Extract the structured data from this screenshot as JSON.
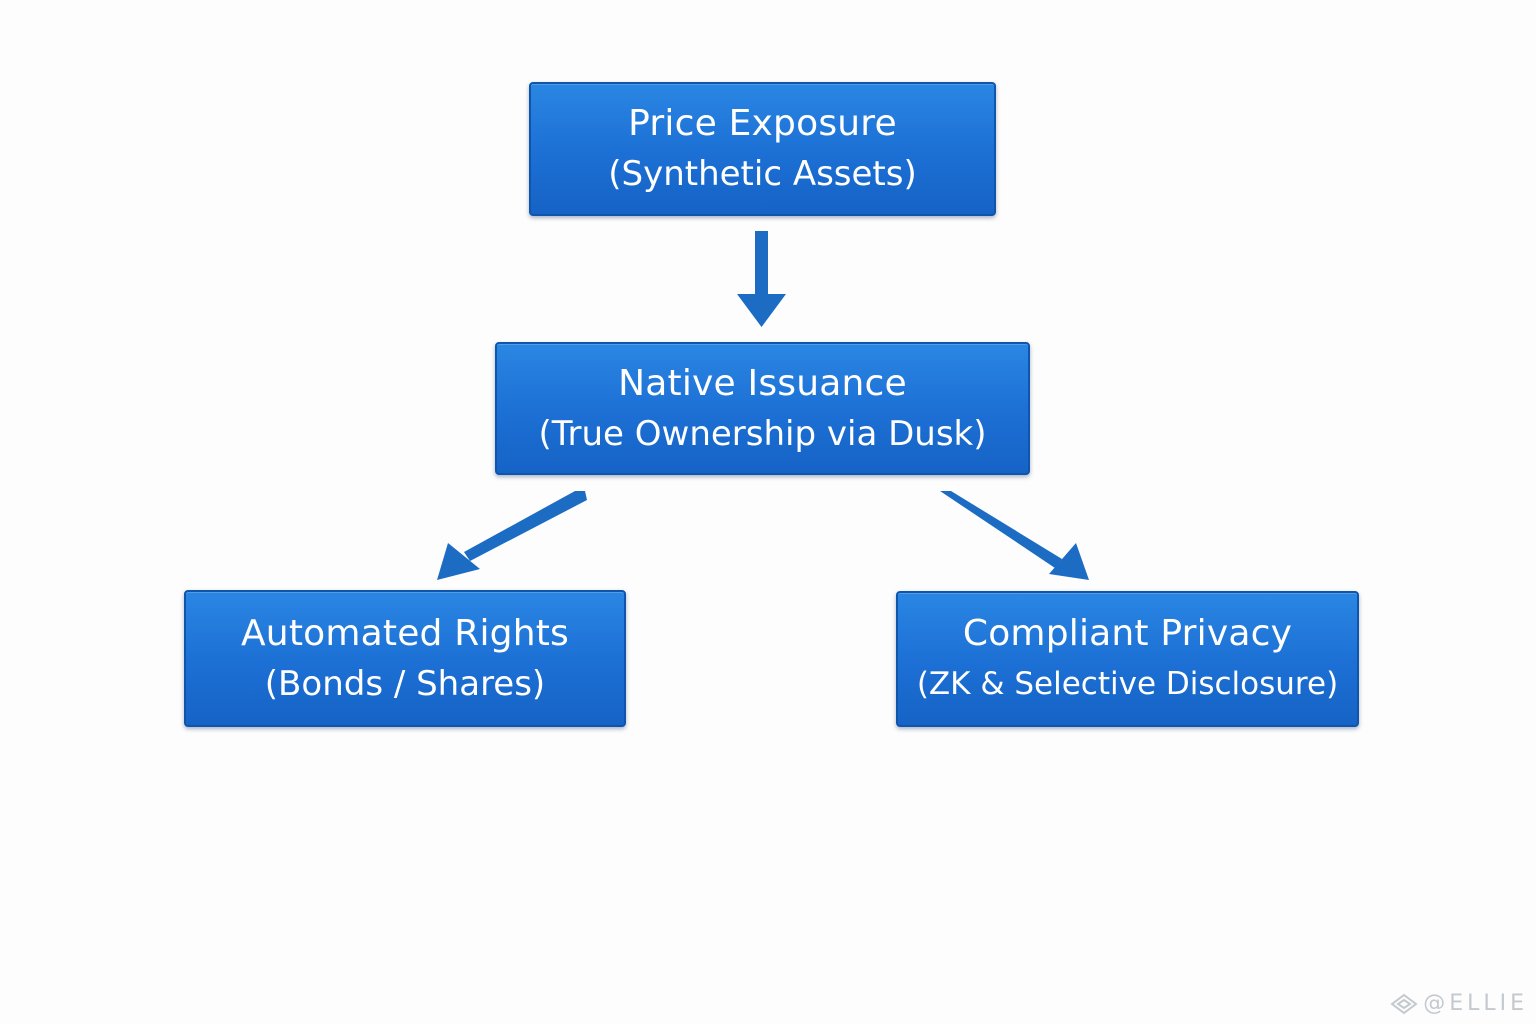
{
  "nodes": {
    "top": {
      "title": "Price Exposure",
      "subtitle": "(Synthetic Assets)"
    },
    "mid": {
      "title": "Native Issuance",
      "subtitle": "(True Ownership via Dusk)"
    },
    "left": {
      "title": "Automated Rights",
      "subtitle": "(Bonds / Shares)"
    },
    "right": {
      "title": "Compliant Privacy",
      "subtitle": "(ZK & Selective Disclosure)"
    }
  },
  "edges": [
    {
      "from": "top",
      "to": "mid"
    },
    {
      "from": "mid",
      "to": "left"
    },
    {
      "from": "mid",
      "to": "right"
    }
  ],
  "colors": {
    "node_fill": "#1c6fd4",
    "node_border": "#0f55ab",
    "arrow": "#1c6cc4",
    "text": "#ffffff",
    "background": "#fdfdfd",
    "watermark": "#c4c9cf"
  },
  "watermark": {
    "icon": "diamond-logo-icon",
    "text": "@ELLIE"
  }
}
